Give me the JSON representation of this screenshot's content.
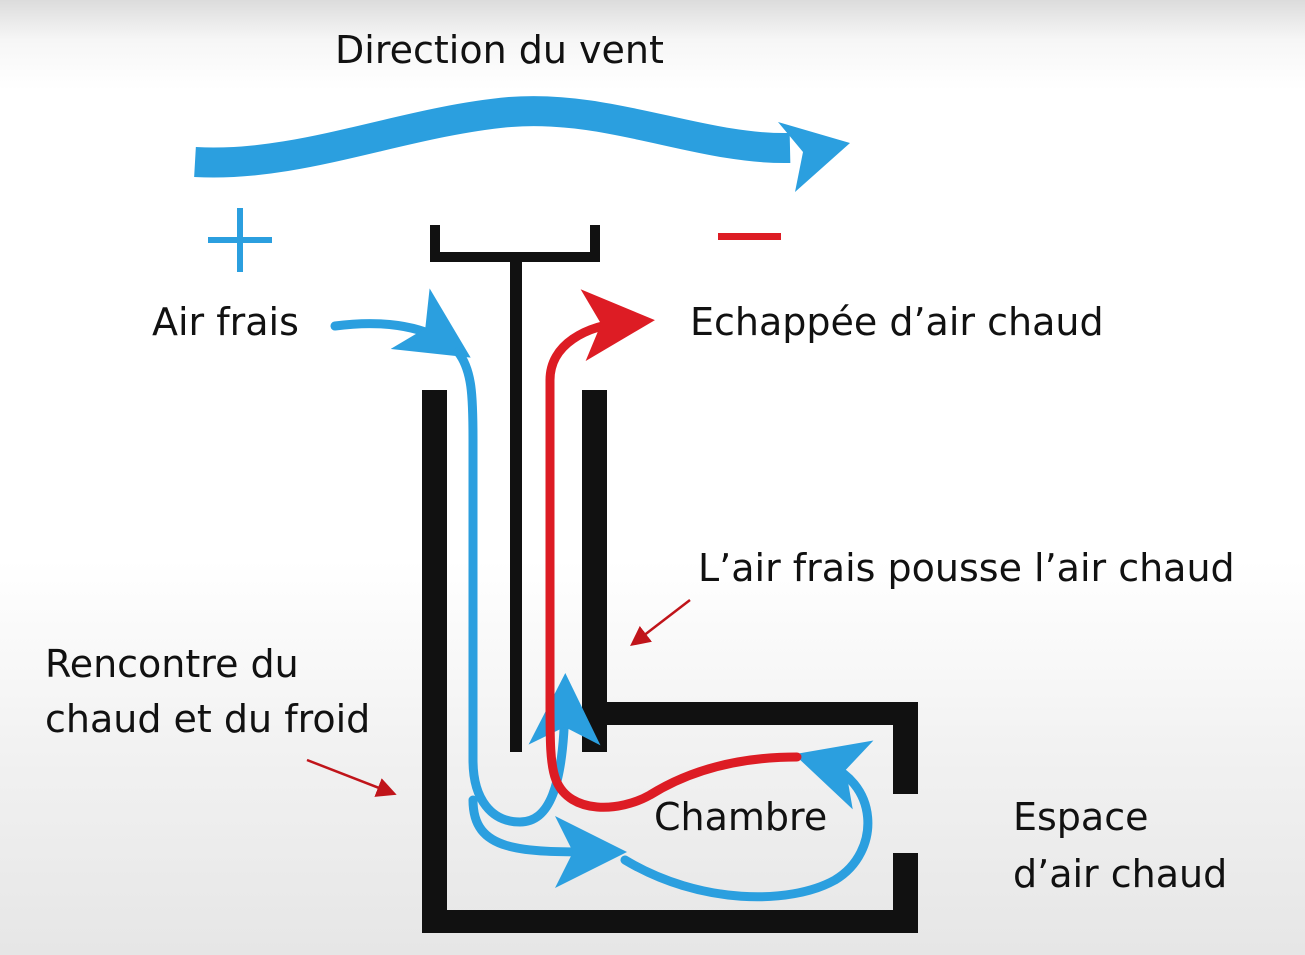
{
  "labels": {
    "wind_direction": "Direction du vent",
    "fresh_air": "Air frais",
    "hot_air_exhaust": "Echappée d’air chaud",
    "fresh_pushes_hot": "L’air frais pousse l’air chaud",
    "meeting_line1": "Rencontre du",
    "meeting_line2": "chaud et du froid",
    "chamber": "Chambre",
    "hot_space_line1": "Espace",
    "hot_space_line2": "d’air chaud"
  },
  "pressure_signs": {
    "high": "+",
    "low": "−"
  },
  "colors": {
    "wind": "#2b9fdf",
    "cold_air": "#2b9fdf",
    "hot_air": "#dd1c24",
    "structure": "#111111",
    "text": "#111111"
  },
  "icons": {
    "plus": "plus-sign-icon",
    "minus": "minus-sign-icon"
  }
}
